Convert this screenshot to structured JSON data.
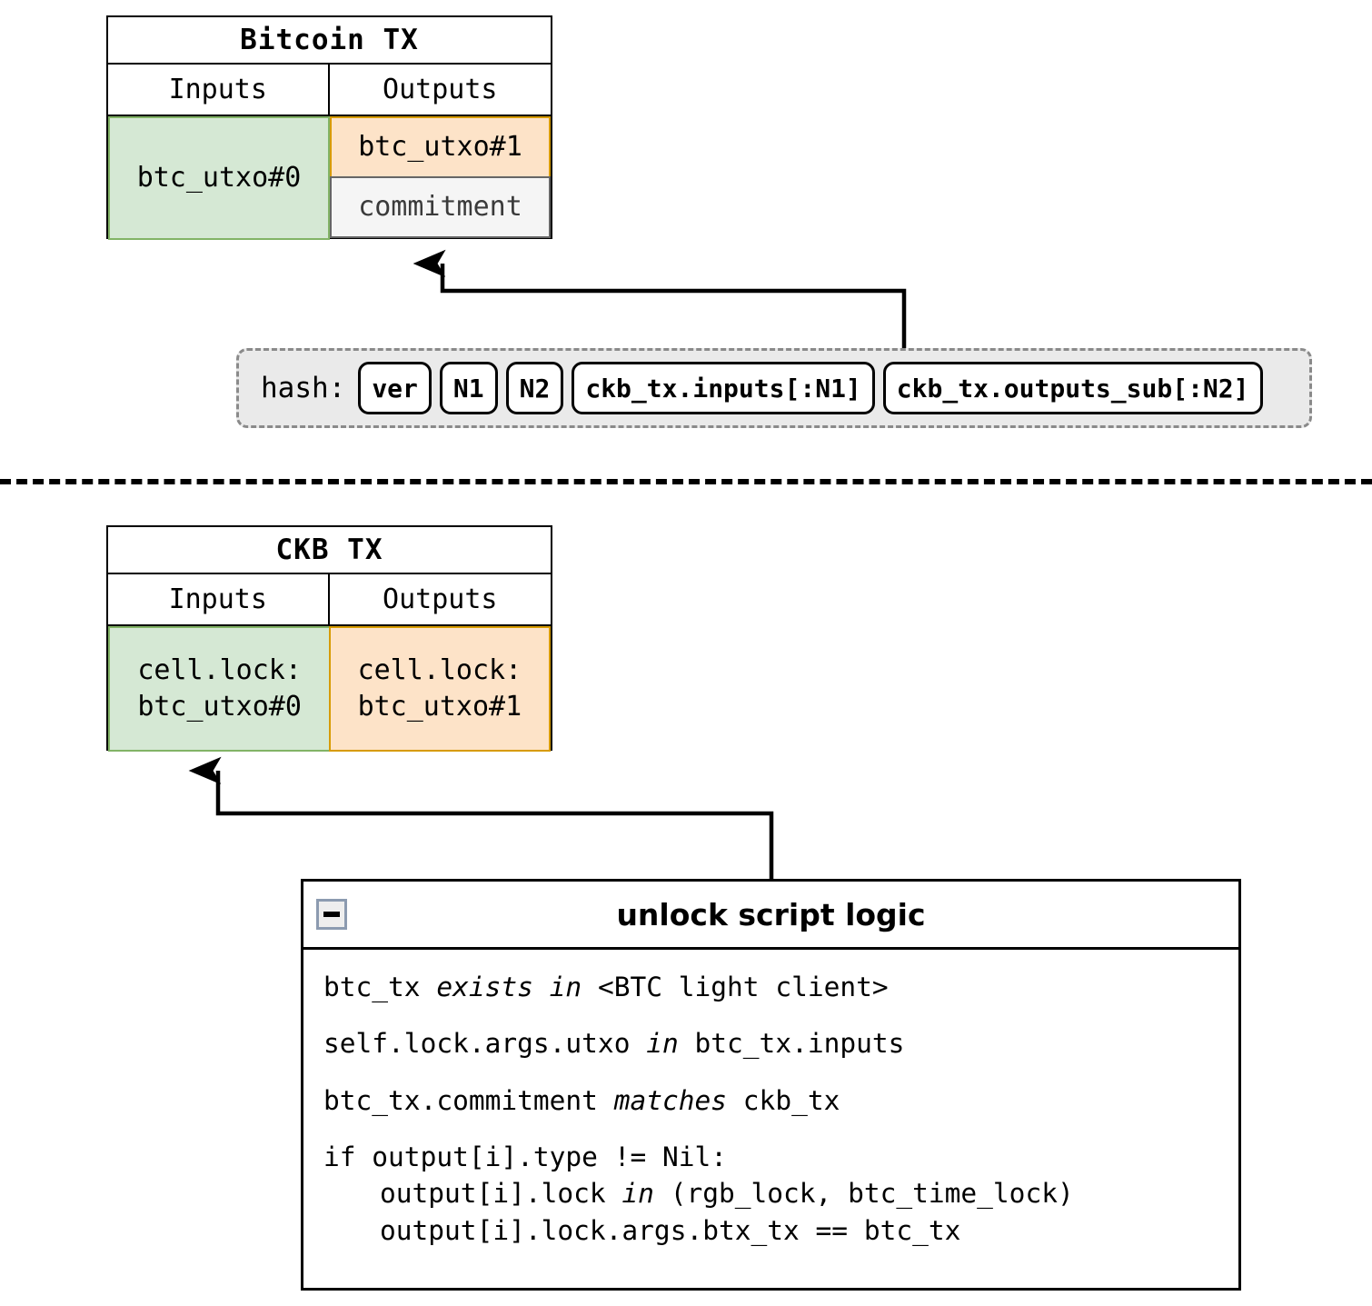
{
  "bitcoin_tx": {
    "title": "Bitcoin TX",
    "columns": [
      "Inputs",
      "Outputs"
    ],
    "input_cell": "btc_utxo#0",
    "output_cell": "btc_utxo#1",
    "commitment_cell": "commitment",
    "colors": {
      "input_fill": "#d5e8d4",
      "input_border": "#82b366",
      "output_fill": "#fde3c8",
      "output_border": "#d79b00",
      "commitment_fill": "#f5f5f5",
      "commitment_border": "#666666"
    }
  },
  "hash_strip": {
    "label": "hash:",
    "chips": [
      "ver",
      "N1",
      "N2",
      "ckb_tx.inputs[:N1]",
      "ckb_tx.outputs_sub[:N2]"
    ],
    "container_fill": "#eaeaea",
    "container_border": "#8a8a8a"
  },
  "divider": {
    "style": "dashed",
    "color": "#000000"
  },
  "ckb_tx": {
    "title": "CKB TX",
    "columns": [
      "Inputs",
      "Outputs"
    ],
    "input_cell": "cell.lock:\nbtc_utxo#0",
    "output_cell": "cell.lock:\nbtc_utxo#1",
    "colors": {
      "input_fill": "#d5e8d4",
      "input_border": "#82b366",
      "output_fill": "#fde3c8",
      "output_border": "#d79b00"
    }
  },
  "unlock_script": {
    "title": "unlock script logic",
    "collapse_icon": "minus-square-icon",
    "lines": [
      {
        "id": "line-exists",
        "parts": [
          {
            "text": "btc_tx ",
            "italic": false
          },
          {
            "text": "exists in",
            "italic": true
          },
          {
            "text": " <BTC light client>",
            "italic": false
          }
        ]
      },
      {
        "id": "line-utxo-in-inputs",
        "parts": [
          {
            "text": "self.lock.args.utxo ",
            "italic": false
          },
          {
            "text": "in",
            "italic": true
          },
          {
            "text": " btc_tx.inputs",
            "italic": false
          }
        ]
      },
      {
        "id": "line-commitment-matches",
        "parts": [
          {
            "text": "btc_tx.commitment ",
            "italic": false
          },
          {
            "text": "matches",
            "italic": true
          },
          {
            "text": " ckb_tx",
            "italic": false
          }
        ]
      },
      {
        "id": "line-if-type",
        "parts": [
          {
            "text": "if output[i].type != Nil:",
            "italic": false
          }
        ]
      },
      {
        "id": "line-lock-in",
        "indent": true,
        "parts": [
          {
            "text": "output[i].lock ",
            "italic": false
          },
          {
            "text": "in",
            "italic": true
          },
          {
            "text": " (rgb_lock, btc_time_lock)",
            "italic": false
          }
        ]
      },
      {
        "id": "line-lock-args",
        "indent": true,
        "parts": [
          {
            "text": "output[i].lock.args.btx_tx == btc_tx",
            "italic": false
          }
        ]
      }
    ]
  },
  "arrows": {
    "commitment_arrow_name": "arrow-hash-to-commitment",
    "unlock_arrow_name": "arrow-unlock-to-ckb-input"
  }
}
